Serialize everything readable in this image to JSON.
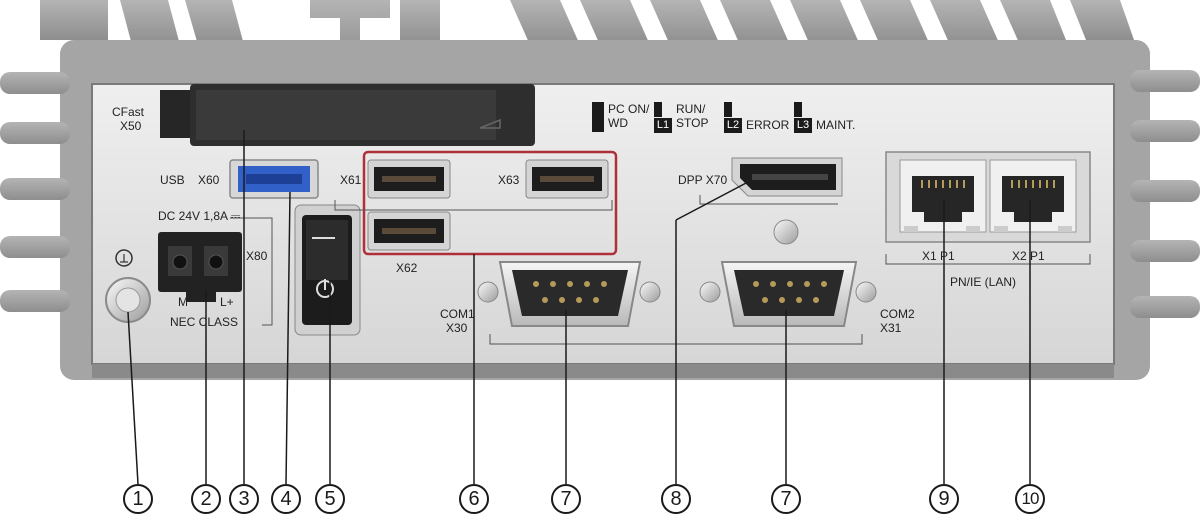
{
  "labels": {
    "cfast": "CFast",
    "x50": "X50",
    "usb": "USB",
    "x60": "X60",
    "x61": "X61",
    "x63": "X63",
    "x62": "X62",
    "dpp_x70": "DPP X70",
    "dc_rating": "DC 24V  1,8A ⎓",
    "x80": "X80",
    "m": "M",
    "lplus": "L+",
    "nec_class": "NEC CLASS",
    "com1": "COM1",
    "x30": "X30",
    "com2": "COM2",
    "x31": "X31",
    "x1p1": "X1 P1",
    "x2p1": "X2 P1",
    "pnie": "PN/IE (LAN)"
  },
  "leds": [
    {
      "tag": "",
      "text": "PC ON/\nWD"
    },
    {
      "tag": "L1",
      "text": "RUN/\nSTOP"
    },
    {
      "tag": "L2",
      "text": "ERROR"
    },
    {
      "tag": "L3",
      "text": "MAINT."
    }
  ],
  "callouts": [
    "1",
    "2",
    "3",
    "4",
    "5",
    "6",
    "7",
    "8",
    "7",
    "9",
    "10"
  ],
  "colors": {
    "housing": "#9a9a9a",
    "panel": "#e4e4e4",
    "usb3": "#3060c8",
    "highlight": "#b0303a",
    "connector": "#2a2a2a"
  }
}
